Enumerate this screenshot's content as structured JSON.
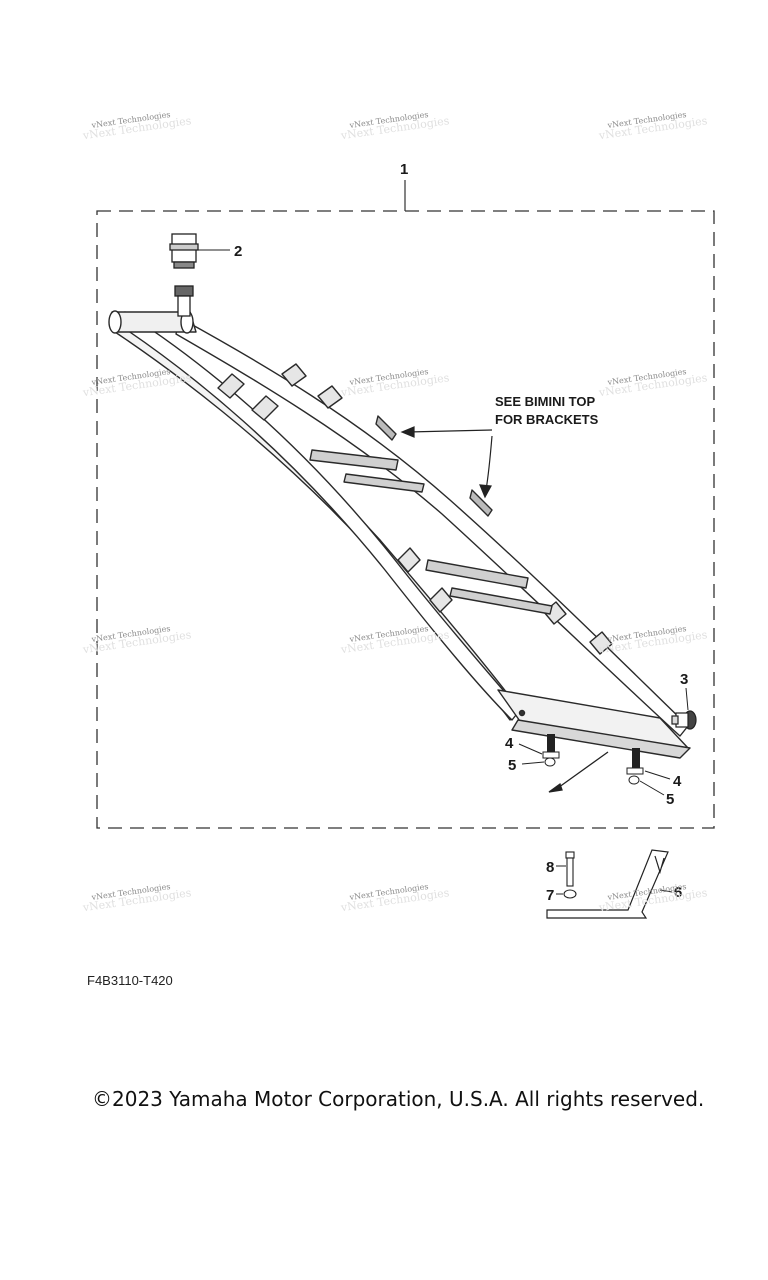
{
  "callouts": {
    "c1": "1",
    "c2": "2",
    "c3": "3",
    "c4a": "4",
    "c5a": "5",
    "c4b": "4",
    "c5b": "5",
    "c6": "6",
    "c7": "7",
    "c8": "8"
  },
  "note": {
    "line1": "SEE BIMINI TOP",
    "line2": "FOR BRACKETS"
  },
  "watermark": {
    "text": "vNext Technologies"
  },
  "figure_code": "F4B3110-T420",
  "copyright": "©2023 Yamaha Motor Corporation, U.S.A. All rights reserved."
}
